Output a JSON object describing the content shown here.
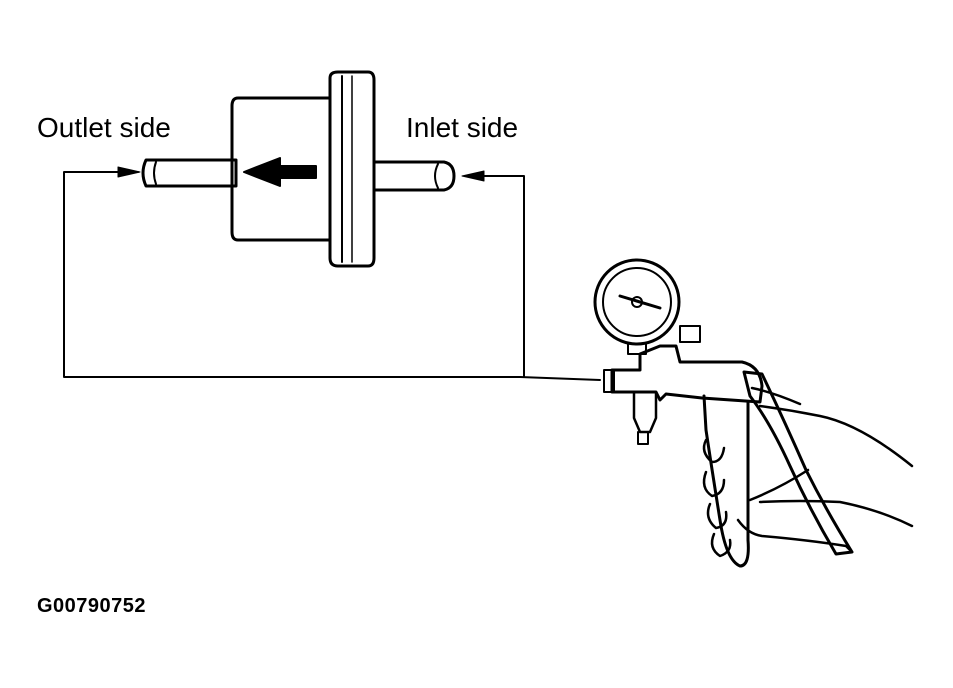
{
  "labels": {
    "outlet": "Outlet side",
    "inlet": "Inlet side",
    "figure_code": "G00790752"
  },
  "colors": {
    "ink": "#000000",
    "paper": "#ffffff"
  },
  "icons": {
    "filter": "fuel-filter-icon",
    "flow_arrow": "flow-direction-arrow-icon",
    "pump": "hand-vacuum-pump-icon",
    "gauge": "pressure-gauge-icon",
    "hand": "hand-icon"
  }
}
